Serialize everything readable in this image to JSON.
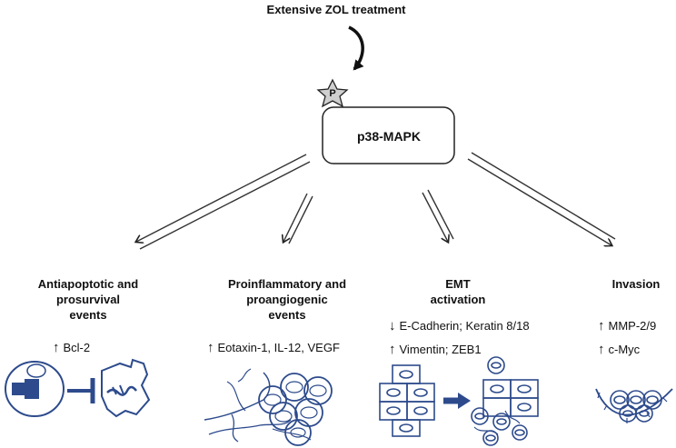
{
  "title": "Extensive ZOL treatment",
  "center_node": {
    "label": "p38-MAPK",
    "badge": "P"
  },
  "arrow_symbols": {
    "up": "↑",
    "down": "↓"
  },
  "branches": [
    {
      "heading": [
        "Antiapoptotic and",
        "prosurvival",
        "events"
      ],
      "items": [
        {
          "dir": "up",
          "text": "Bcl-2"
        }
      ]
    },
    {
      "heading": [
        "Proinflammatory and",
        "proangiogenic",
        "events"
      ],
      "items": [
        {
          "dir": "up",
          "text": "Eotaxin-1, IL-12, VEGF"
        }
      ]
    },
    {
      "heading": [
        "EMT",
        "activation"
      ],
      "items": [
        {
          "dir": "down",
          "text": "E-Cadherin; Keratin 8/18"
        },
        {
          "dir": "up",
          "text": "Vimentin; ZEB1"
        }
      ]
    },
    {
      "heading": [
        "Invasion"
      ],
      "items": [
        {
          "dir": "up",
          "text": "MMP-2/9"
        },
        {
          "dir": "up",
          "text": "c-Myc"
        }
      ]
    }
  ],
  "colors": {
    "illustration": "#2d4b8c",
    "line": "#222222"
  },
  "icons": [
    "curved-arrow-icon",
    "star-badge-icon",
    "apoptosis-cell-icon",
    "blood-vessel-cells-icon",
    "emt-cells-icon",
    "invasion-cells-icon"
  ]
}
